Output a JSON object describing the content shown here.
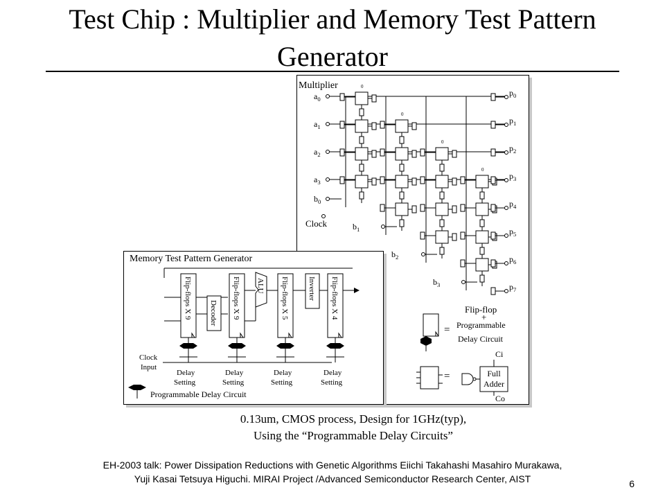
{
  "title": {
    "line1": "Test Chip : Multiplier and Memory Test Pattern",
    "line2": "Generator"
  },
  "multiplier": {
    "label": "Multiplier",
    "inputs_a": [
      "a0",
      "a1",
      "a2",
      "a3"
    ],
    "inputs_b": [
      "b0",
      "b1",
      "b2",
      "b3"
    ],
    "outputs_p": [
      "p0",
      "p1",
      "p2",
      "p3",
      "p4",
      "p5",
      "p6",
      "p7"
    ],
    "clock_label": "Clock",
    "zero_label": "0",
    "legend": {
      "ff_line1": "Flip-flop",
      "ff_plus": "+",
      "ff_line2": "Programmable",
      "ff_line3": "Delay Circuit",
      "equals": "=",
      "ci": "Ci",
      "fa_line1": "Full",
      "fa_line2": "Adder",
      "co": "Co"
    }
  },
  "memory": {
    "label": "Memory Test Pattern Generator",
    "blocks": [
      {
        "label": "Flip-flops X 9"
      },
      {
        "label": "Decoder"
      },
      {
        "label": "Flip-flops X 9"
      },
      {
        "label": "ALU"
      },
      {
        "label": "Flip-flops X 5"
      },
      {
        "label": "Inverter"
      },
      {
        "label": "Flip-flops X 4"
      }
    ],
    "clock_input": [
      "Clock",
      "Input"
    ],
    "delay_setting": [
      "Delay",
      "Setting"
    ],
    "pdc_label": "Programmable  Delay Circuit"
  },
  "caption": {
    "line1": "0.13um, CMOS process, Design for 1GHz(typ),",
    "line2": "Using the “Programmable  Delay Circuits”"
  },
  "footer": {
    "line1": "EH-2003 talk: Power Dissipation Reductions with Genetic Algorithms Eiichi Takahashi  Masahiro Murakawa,",
    "line2": "Yuji Kasai    Tetsuya Higuchi. MIRAI Project  /Advanced Semiconductor Research Center, AIST"
  },
  "page_number": "6"
}
